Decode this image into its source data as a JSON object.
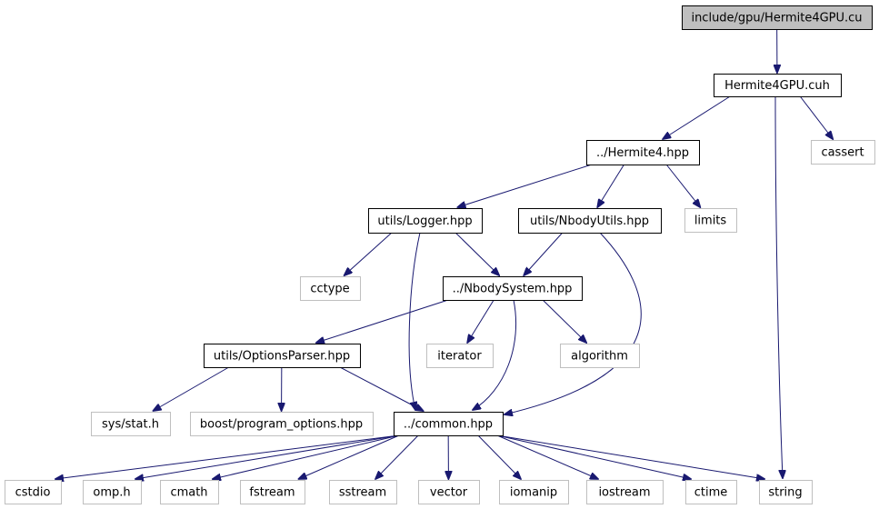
{
  "graph": {
    "colors": {
      "edge": "#191970",
      "node_border": "#000000",
      "external_border": "#bfbfbf",
      "root_fill": "#bfbfbf",
      "node_fill": "#ffffff",
      "text": "#000000"
    },
    "nodes": [
      {
        "id": "root",
        "label": "include/gpu/Hermite4GPU.cu",
        "kind": "root"
      },
      {
        "id": "hermite4gpu_cuh",
        "label": "Hermite4GPU.cuh",
        "kind": "file"
      },
      {
        "id": "hermite4_hpp",
        "label": "../Hermite4.hpp",
        "kind": "file"
      },
      {
        "id": "cassert",
        "label": "cassert",
        "kind": "external"
      },
      {
        "id": "logger_hpp",
        "label": "utils/Logger.hpp",
        "kind": "file"
      },
      {
        "id": "nbodyutils_hpp",
        "label": "utils/NbodyUtils.hpp",
        "kind": "file"
      },
      {
        "id": "limits",
        "label": "limits",
        "kind": "external"
      },
      {
        "id": "cctype",
        "label": "cctype",
        "kind": "external"
      },
      {
        "id": "nbodysystem_hpp",
        "label": "../NbodySystem.hpp",
        "kind": "file"
      },
      {
        "id": "optionsparser_hpp",
        "label": "utils/OptionsParser.hpp",
        "kind": "file"
      },
      {
        "id": "iterator",
        "label": "iterator",
        "kind": "external"
      },
      {
        "id": "algorithm",
        "label": "algorithm",
        "kind": "external"
      },
      {
        "id": "sys_stat_h",
        "label": "sys/stat.h",
        "kind": "external"
      },
      {
        "id": "boost_po",
        "label": "boost/program_options.hpp",
        "kind": "external"
      },
      {
        "id": "common_hpp",
        "label": "../common.hpp",
        "kind": "file"
      },
      {
        "id": "cstdio",
        "label": "cstdio",
        "kind": "external"
      },
      {
        "id": "omp_h",
        "label": "omp.h",
        "kind": "external"
      },
      {
        "id": "cmath",
        "label": "cmath",
        "kind": "external"
      },
      {
        "id": "fstream",
        "label": "fstream",
        "kind": "external"
      },
      {
        "id": "sstream",
        "label": "sstream",
        "kind": "external"
      },
      {
        "id": "vector",
        "label": "vector",
        "kind": "external"
      },
      {
        "id": "iomanip",
        "label": "iomanip",
        "kind": "external"
      },
      {
        "id": "iostream",
        "label": "iostream",
        "kind": "external"
      },
      {
        "id": "ctime",
        "label": "ctime",
        "kind": "external"
      },
      {
        "id": "string",
        "label": "string",
        "kind": "external"
      }
    ],
    "edges": [
      {
        "from": "root",
        "to": "hermite4gpu_cuh"
      },
      {
        "from": "hermite4gpu_cuh",
        "to": "hermite4_hpp"
      },
      {
        "from": "hermite4gpu_cuh",
        "to": "cassert"
      },
      {
        "from": "hermite4gpu_cuh",
        "to": "string"
      },
      {
        "from": "hermite4_hpp",
        "to": "logger_hpp"
      },
      {
        "from": "hermite4_hpp",
        "to": "nbodyutils_hpp"
      },
      {
        "from": "hermite4_hpp",
        "to": "limits"
      },
      {
        "from": "logger_hpp",
        "to": "cctype"
      },
      {
        "from": "logger_hpp",
        "to": "nbodysystem_hpp"
      },
      {
        "from": "logger_hpp",
        "to": "common_hpp"
      },
      {
        "from": "nbodyutils_hpp",
        "to": "nbodysystem_hpp"
      },
      {
        "from": "nbodyutils_hpp",
        "to": "common_hpp"
      },
      {
        "from": "nbodysystem_hpp",
        "to": "optionsparser_hpp"
      },
      {
        "from": "nbodysystem_hpp",
        "to": "iterator"
      },
      {
        "from": "nbodysystem_hpp",
        "to": "algorithm"
      },
      {
        "from": "nbodysystem_hpp",
        "to": "common_hpp"
      },
      {
        "from": "optionsparser_hpp",
        "to": "sys_stat_h"
      },
      {
        "from": "optionsparser_hpp",
        "to": "boost_po"
      },
      {
        "from": "optionsparser_hpp",
        "to": "common_hpp"
      },
      {
        "from": "common_hpp",
        "to": "cstdio"
      },
      {
        "from": "common_hpp",
        "to": "omp_h"
      },
      {
        "from": "common_hpp",
        "to": "cmath"
      },
      {
        "from": "common_hpp",
        "to": "fstream"
      },
      {
        "from": "common_hpp",
        "to": "sstream"
      },
      {
        "from": "common_hpp",
        "to": "vector"
      },
      {
        "from": "common_hpp",
        "to": "iomanip"
      },
      {
        "from": "common_hpp",
        "to": "iostream"
      },
      {
        "from": "common_hpp",
        "to": "ctime"
      },
      {
        "from": "common_hpp",
        "to": "string"
      }
    ]
  }
}
